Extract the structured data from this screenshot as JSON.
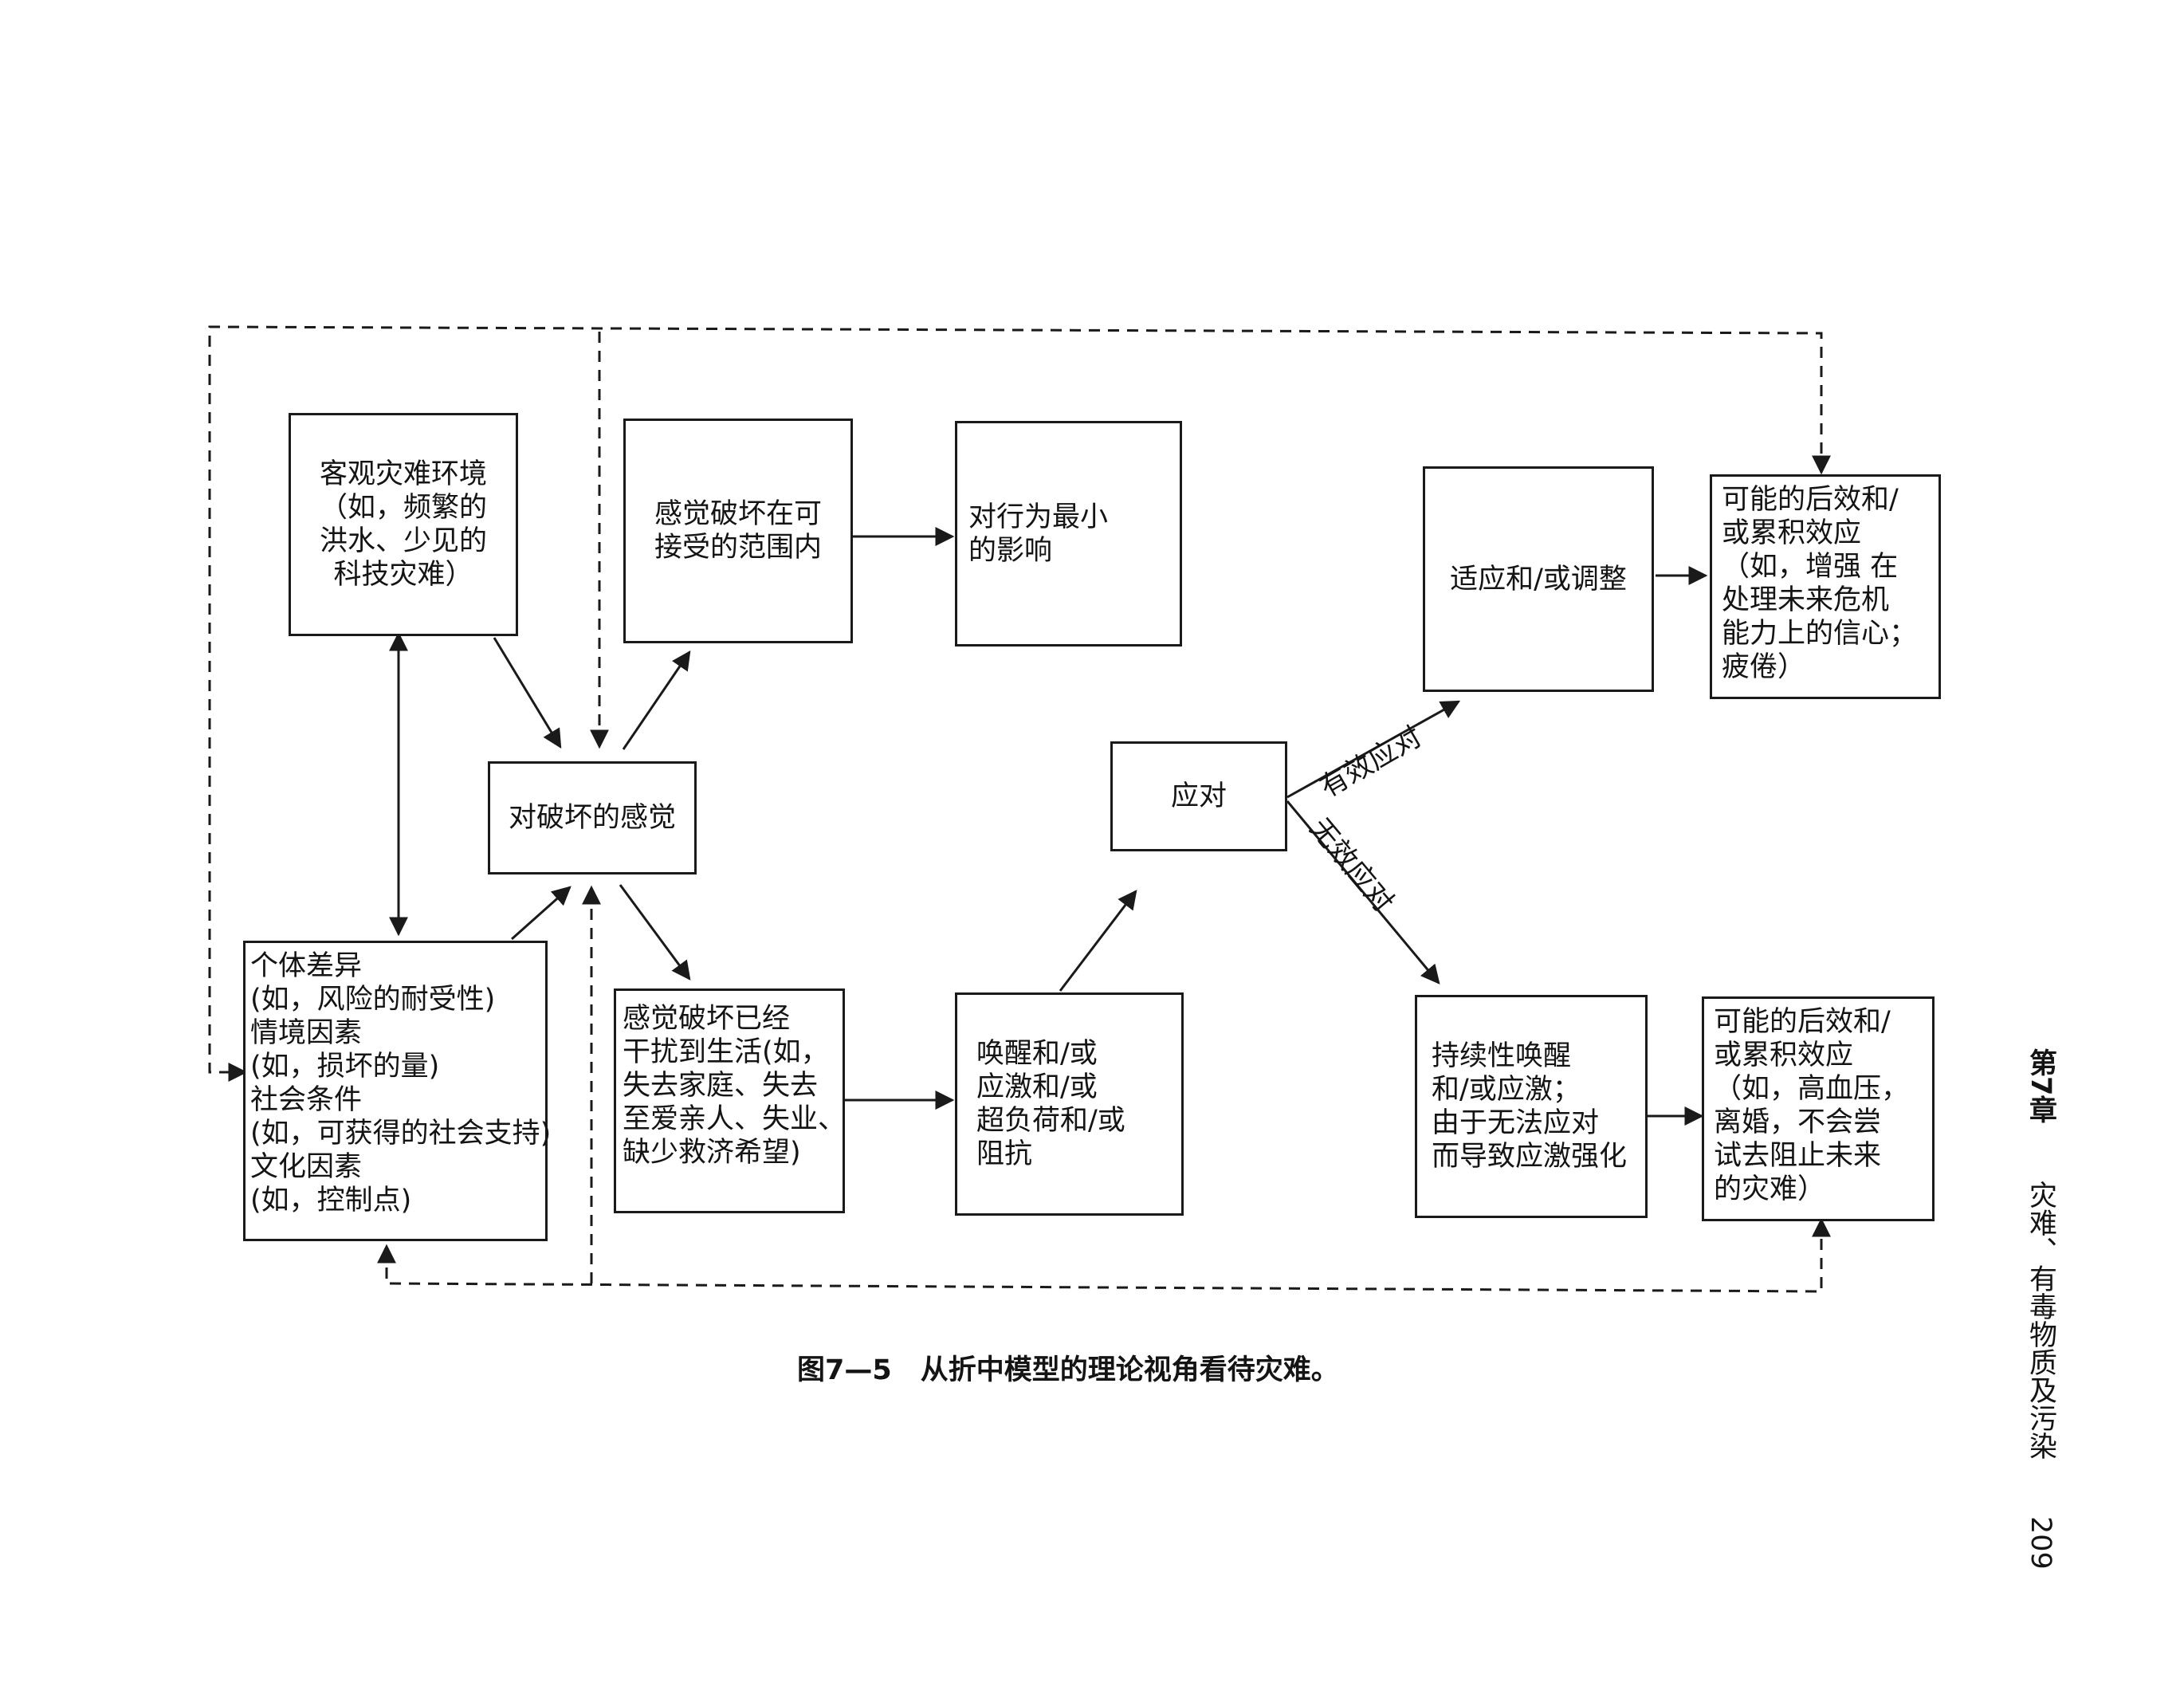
{
  "nodes": {
    "objective_env": {
      "lines": [
        "客观灾难环境",
        "（如，频繁的",
        "洪水、少见的",
        "科技灾难）"
      ]
    },
    "perception": {
      "lines": [
        "对破坏的感觉"
      ]
    },
    "acceptable": {
      "lines": [
        "感觉破坏在可",
        "接受的范围内"
      ]
    },
    "min_effect": {
      "lines": [
        "对行为最小",
        "的影响"
      ]
    },
    "individual": {
      "lines": [
        "个体差异",
        "(如，风险的耐受性)",
        "情境因素",
        "(如，损坏的量)",
        "社会条件",
        "(如，可获得的社会支持)",
        "文化因素",
        "(如，控制点)"
      ]
    },
    "interfering": {
      "lines": [
        "感觉破坏已经",
        "干扰到生活(如，",
        "失去家庭、失去",
        "至爱亲人、失业、",
        "缺少救济希望)"
      ]
    },
    "arousal": {
      "lines": [
        "唤醒和/或",
        "应激和/或",
        "超负荷和/或",
        "阻抗"
      ]
    },
    "coping": {
      "lines": [
        "应对"
      ]
    },
    "adaptation": {
      "lines": [
        "适应和/或调整"
      ]
    },
    "persistent": {
      "lines": [
        "持续性唤醒",
        "和/或应激；",
        "由于无法应对",
        "而导致应激强化"
      ]
    },
    "aftereffect_pos": {
      "lines": [
        "可能的后效和/",
        "或累积效应",
        "（如，增强 在",
        "处理未来危机",
        "能力上的信心；",
        "疲倦）"
      ]
    },
    "aftereffect_neg": {
      "lines": [
        "可能的后效和/",
        "或累积效应",
        "（如，高血压，",
        "离婚，不会尝",
        "试去阻止未来",
        "的灾难）"
      ]
    }
  },
  "edge_labels": {
    "effective": "有效应对",
    "ineffective": "无效应对"
  },
  "caption": {
    "figure_no": "图7—5",
    "text": "从折中模型的理论视角看待灾难。"
  },
  "running_head": {
    "chapter": "第7章",
    "title": "灾难、有毒物质及污染",
    "page": "209"
  }
}
